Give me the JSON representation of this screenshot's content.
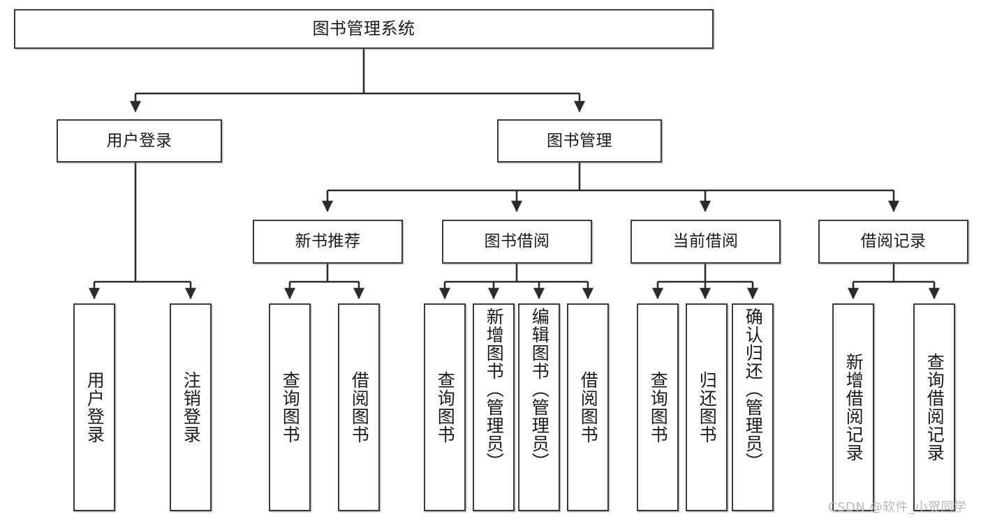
{
  "diagram": {
    "title": "图书管理系统",
    "watermark": "CSDN @软件_小贺同学",
    "colors": {
      "background": "#ffffff",
      "box_border": "#3a3a3a",
      "box_fill": "#ffffff",
      "connector": "#2b2b2b",
      "text": "#1a1a1a",
      "watermark": "#b9b9b9"
    },
    "root": {
      "label": "图书管理系统"
    },
    "level2": [
      {
        "id": "user-login",
        "label": "用户登录"
      },
      {
        "id": "book-manage",
        "label": "图书管理"
      }
    ],
    "level3": [
      {
        "id": "new-book-recommend",
        "label": "新书推荐"
      },
      {
        "id": "book-borrow",
        "label": "图书借阅"
      },
      {
        "id": "current-borrow",
        "label": "当前借阅"
      },
      {
        "id": "borrow-record",
        "label": "借阅记录"
      }
    ],
    "leaves": {
      "user_login": [
        {
          "id": "leaf-user-login",
          "label": "用户登录"
        },
        {
          "id": "leaf-logout-login",
          "label": "注销登录"
        }
      ],
      "new_book_recommend": [
        {
          "id": "leaf-query-book-1",
          "label": "查询图书"
        },
        {
          "id": "leaf-borrow-book-1",
          "label": "借阅图书"
        }
      ],
      "book_borrow": [
        {
          "id": "leaf-query-book-2",
          "label": "查询图书"
        },
        {
          "id": "leaf-add-book",
          "label": "新增图书（管理员）"
        },
        {
          "id": "leaf-edit-book",
          "label": "编辑图书（管理员）"
        },
        {
          "id": "leaf-borrow-book-2",
          "label": "借阅图书"
        }
      ],
      "current_borrow": [
        {
          "id": "leaf-query-book-3",
          "label": "查询图书"
        },
        {
          "id": "leaf-return-book",
          "label": "归还图书"
        },
        {
          "id": "leaf-confirm-return",
          "label": "确认归还（管理员）"
        }
      ],
      "borrow_record": [
        {
          "id": "leaf-add-record",
          "label": "新增借阅记录"
        },
        {
          "id": "leaf-query-record",
          "label": "查询借阅记录"
        }
      ]
    }
  }
}
